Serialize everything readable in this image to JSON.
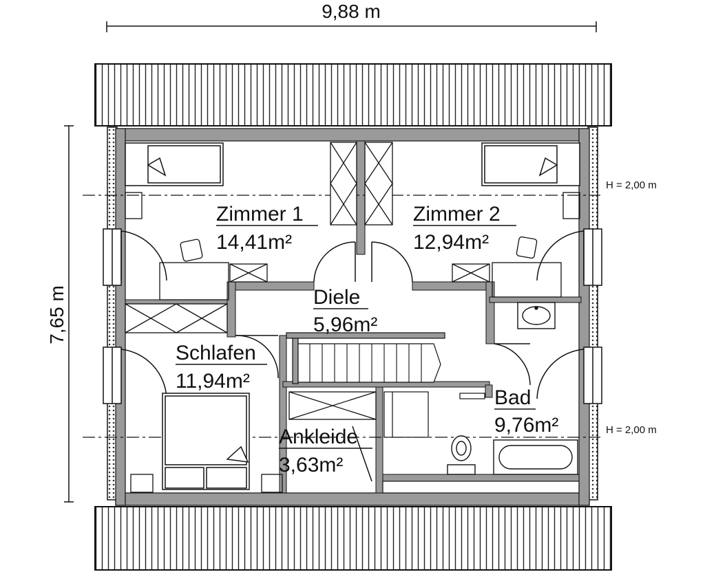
{
  "dimensions": {
    "width": "9,88 m",
    "height": "7,65 m"
  },
  "height_markers": [
    "H = 2,00 m",
    "H = 2,00 m"
  ],
  "rooms": [
    {
      "name": "Zimmer 1",
      "area": "14,41m²"
    },
    {
      "name": "Zimmer 2",
      "area": "12,94m²"
    },
    {
      "name": "Diele",
      "area": "5,96m²"
    },
    {
      "name": "Schlafen",
      "area": "11,94m²"
    },
    {
      "name": "Bad",
      "area": "9,76m²"
    },
    {
      "name": "Ankleide",
      "area": "3,63m²"
    }
  ]
}
